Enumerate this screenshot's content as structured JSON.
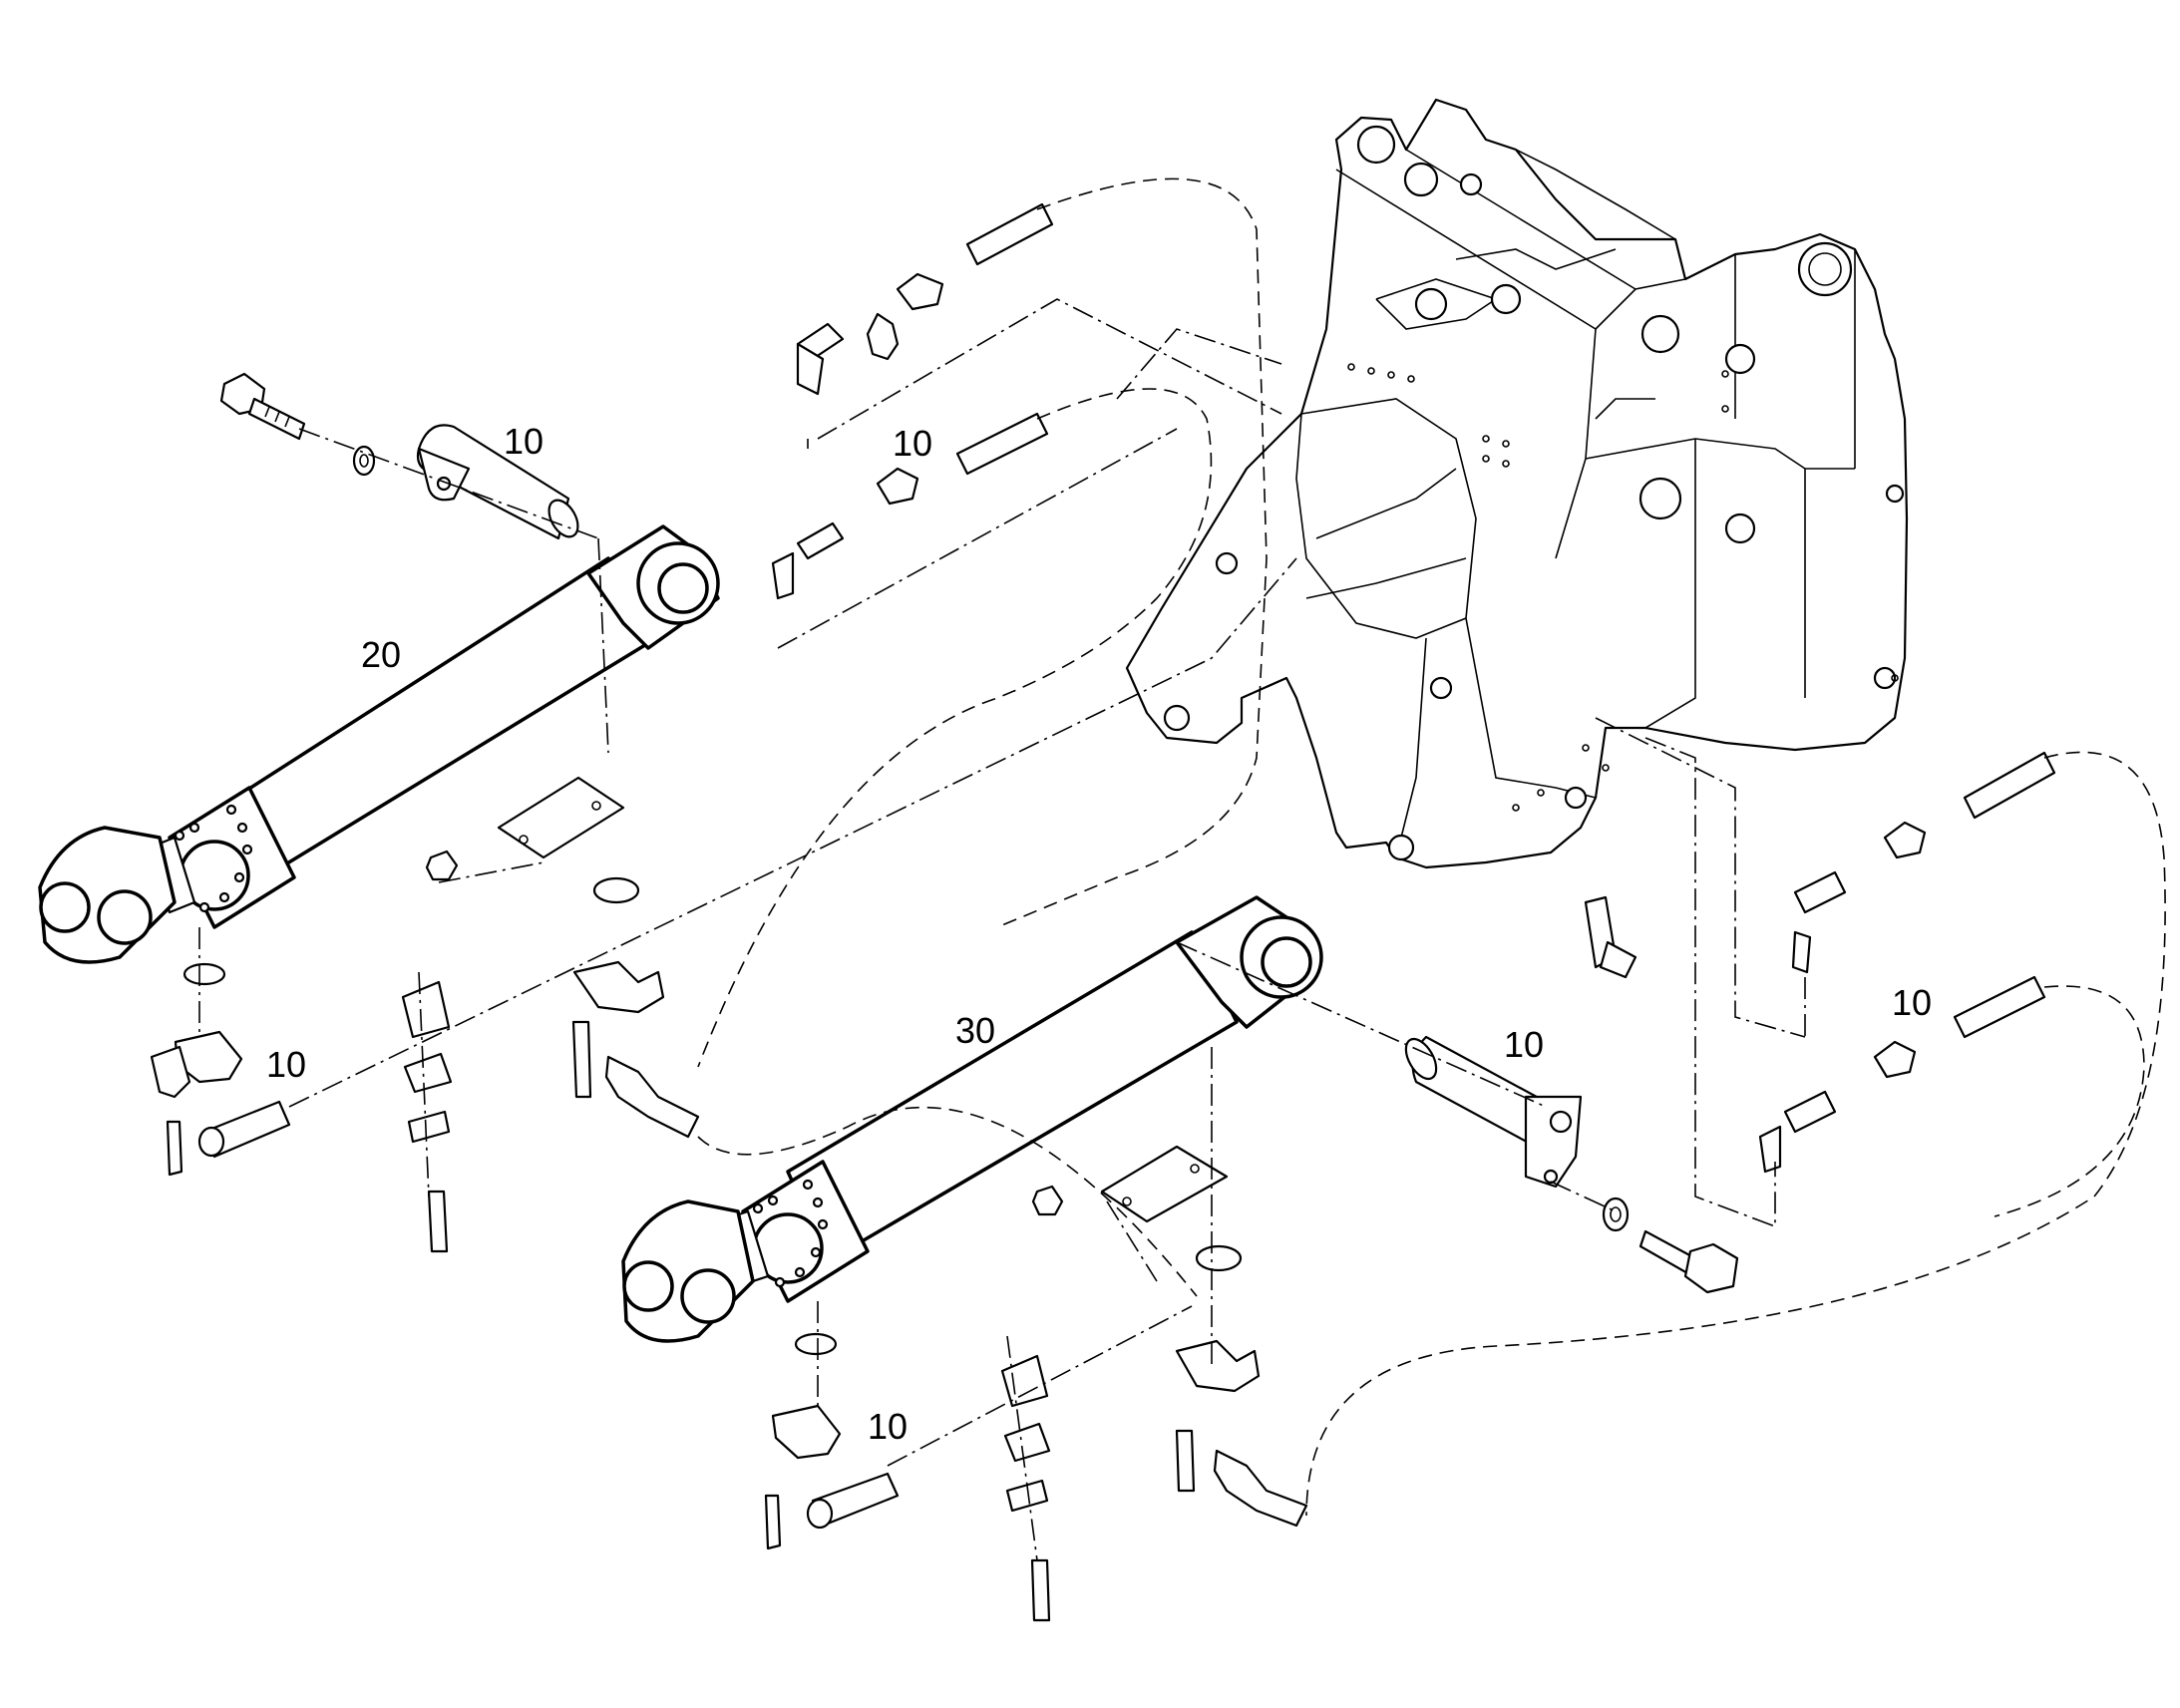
{
  "callouts": [
    {
      "id": "pin-top",
      "text": "10"
    },
    {
      "id": "hose-top",
      "text": "10"
    },
    {
      "id": "cyl-20",
      "text": "20"
    },
    {
      "id": "clamp-left",
      "text": "10"
    },
    {
      "id": "cyl-30",
      "text": "30"
    },
    {
      "id": "pin-right",
      "text": "10"
    },
    {
      "id": "hose-right",
      "text": "10"
    },
    {
      "id": "clamp-bottom",
      "text": "10"
    }
  ]
}
